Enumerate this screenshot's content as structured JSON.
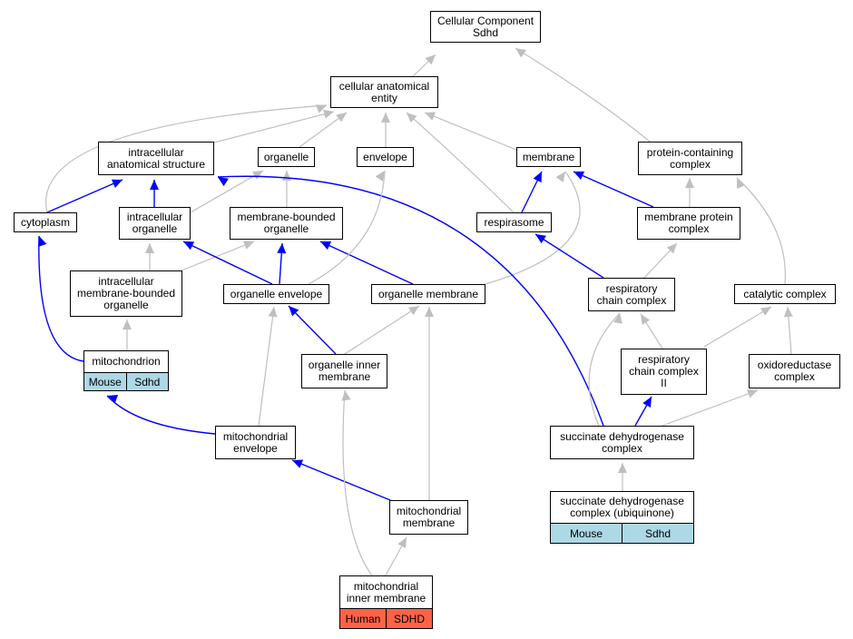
{
  "colors": {
    "edge_gray": "#bfbfbf",
    "edge_blue": "#0000ff",
    "mouse_tag": "#add8e6",
    "human_tag": "#ff6347"
  },
  "nodes": {
    "root": "Cellular Component\nSdhd",
    "cae": "cellular anatomical\nentity",
    "ias": "intracellular\nanatomical structure",
    "organelle": "organelle",
    "envelope": "envelope",
    "membrane": "membrane",
    "pcc": "protein-containing\ncomplex",
    "cytoplasm": "cytoplasm",
    "io": "intracellular\norganelle",
    "mbo": "membrane-bounded\norganelle",
    "respirasome": "respirasome",
    "mpc": "membrane protein\ncomplex",
    "imbo": "intracellular\nmembrane-bounded\norganelle",
    "oe": "organelle envelope",
    "om": "organelle membrane",
    "rcc": "respiratory\nchain complex",
    "cc": "catalytic complex",
    "mito": "mitochondrion",
    "oim": "organelle inner\nmembrane",
    "rcc2": "respiratory\nchain complex\nII",
    "ox": "oxidoreductase\ncomplex",
    "me": "mitochondrial\nenvelope",
    "sdc": "succinate dehydrogenase\ncomplex",
    "mm": "mitochondrial\nmembrane",
    "sdcu": "succinate dehydrogenase\ncomplex (ubiquinone)",
    "mim": "mitochondrial\ninner membrane"
  },
  "tags": {
    "mito": [
      "Mouse",
      "Sdhd"
    ],
    "sdcu": [
      "Mouse",
      "Sdhd"
    ],
    "mim": [
      "Human",
      "SDHD"
    ]
  }
}
